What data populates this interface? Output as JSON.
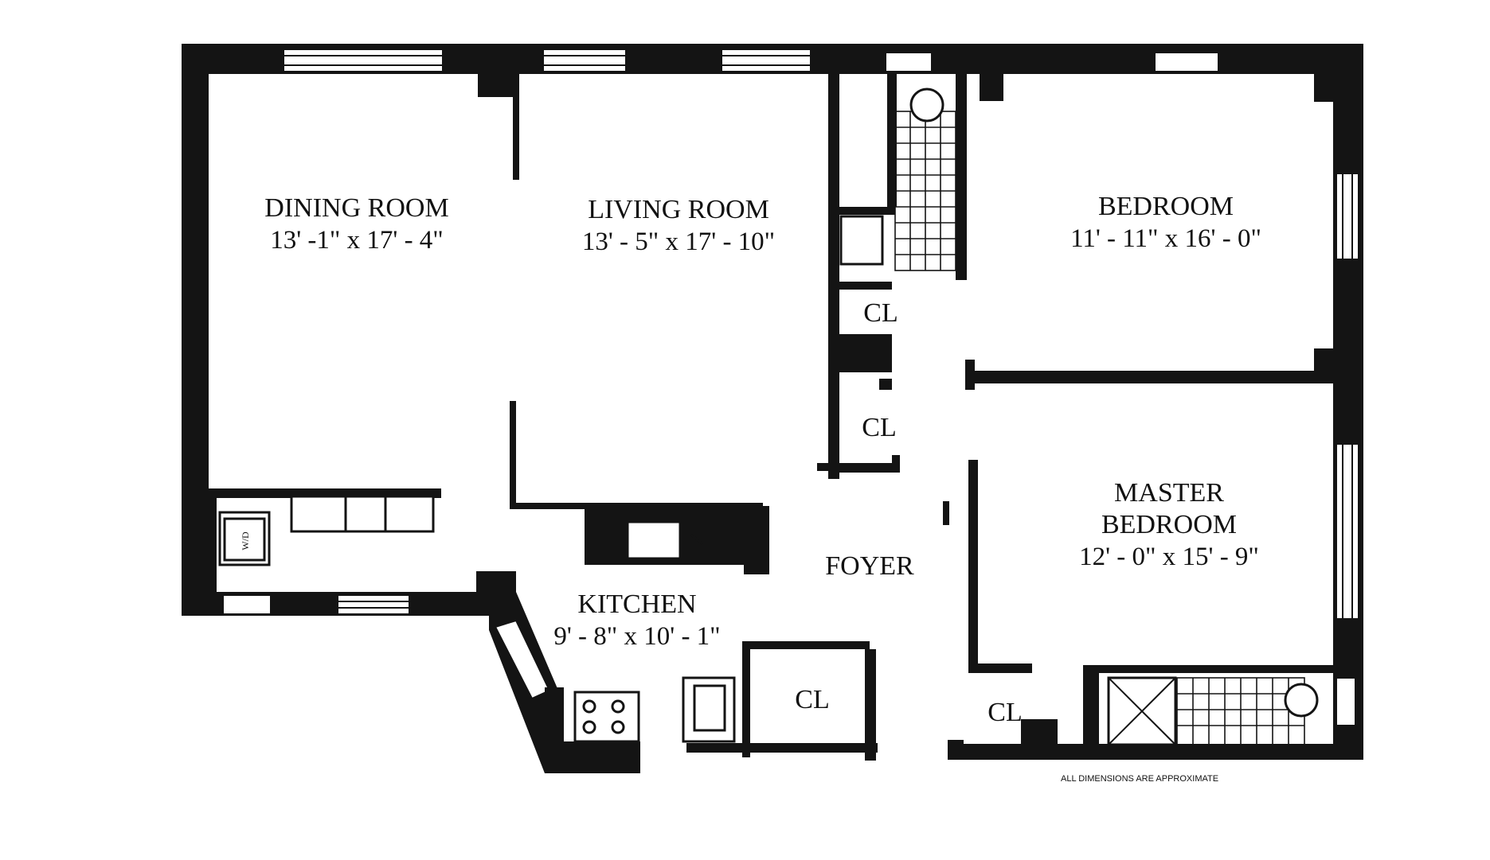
{
  "rooms": {
    "dining": {
      "name": "DINING ROOM",
      "dims": "13' -1\" x 17' - 4\""
    },
    "living": {
      "name": "LIVING ROOM",
      "dims": "13' - 5\" x 17' - 10\""
    },
    "bedroom": {
      "name": "BEDROOM",
      "dims": "11' - 11\" x 16' - 0\""
    },
    "master": {
      "name1": "MASTER",
      "name2": "BEDROOM",
      "dims": "12' - 0\" x 15' - 9\""
    },
    "kitchen": {
      "name": "KITCHEN",
      "dims": "9' - 8\" x 10' - 1\""
    },
    "foyer": {
      "name": "FOYER"
    }
  },
  "closets": {
    "cl1": "CL",
    "cl2": "CL",
    "cl3": "CL",
    "cl4": "CL"
  },
  "fixtures": {
    "washer_dryer": "W/D"
  },
  "note": "ALL DIMENSIONS ARE APPROXIMATE"
}
